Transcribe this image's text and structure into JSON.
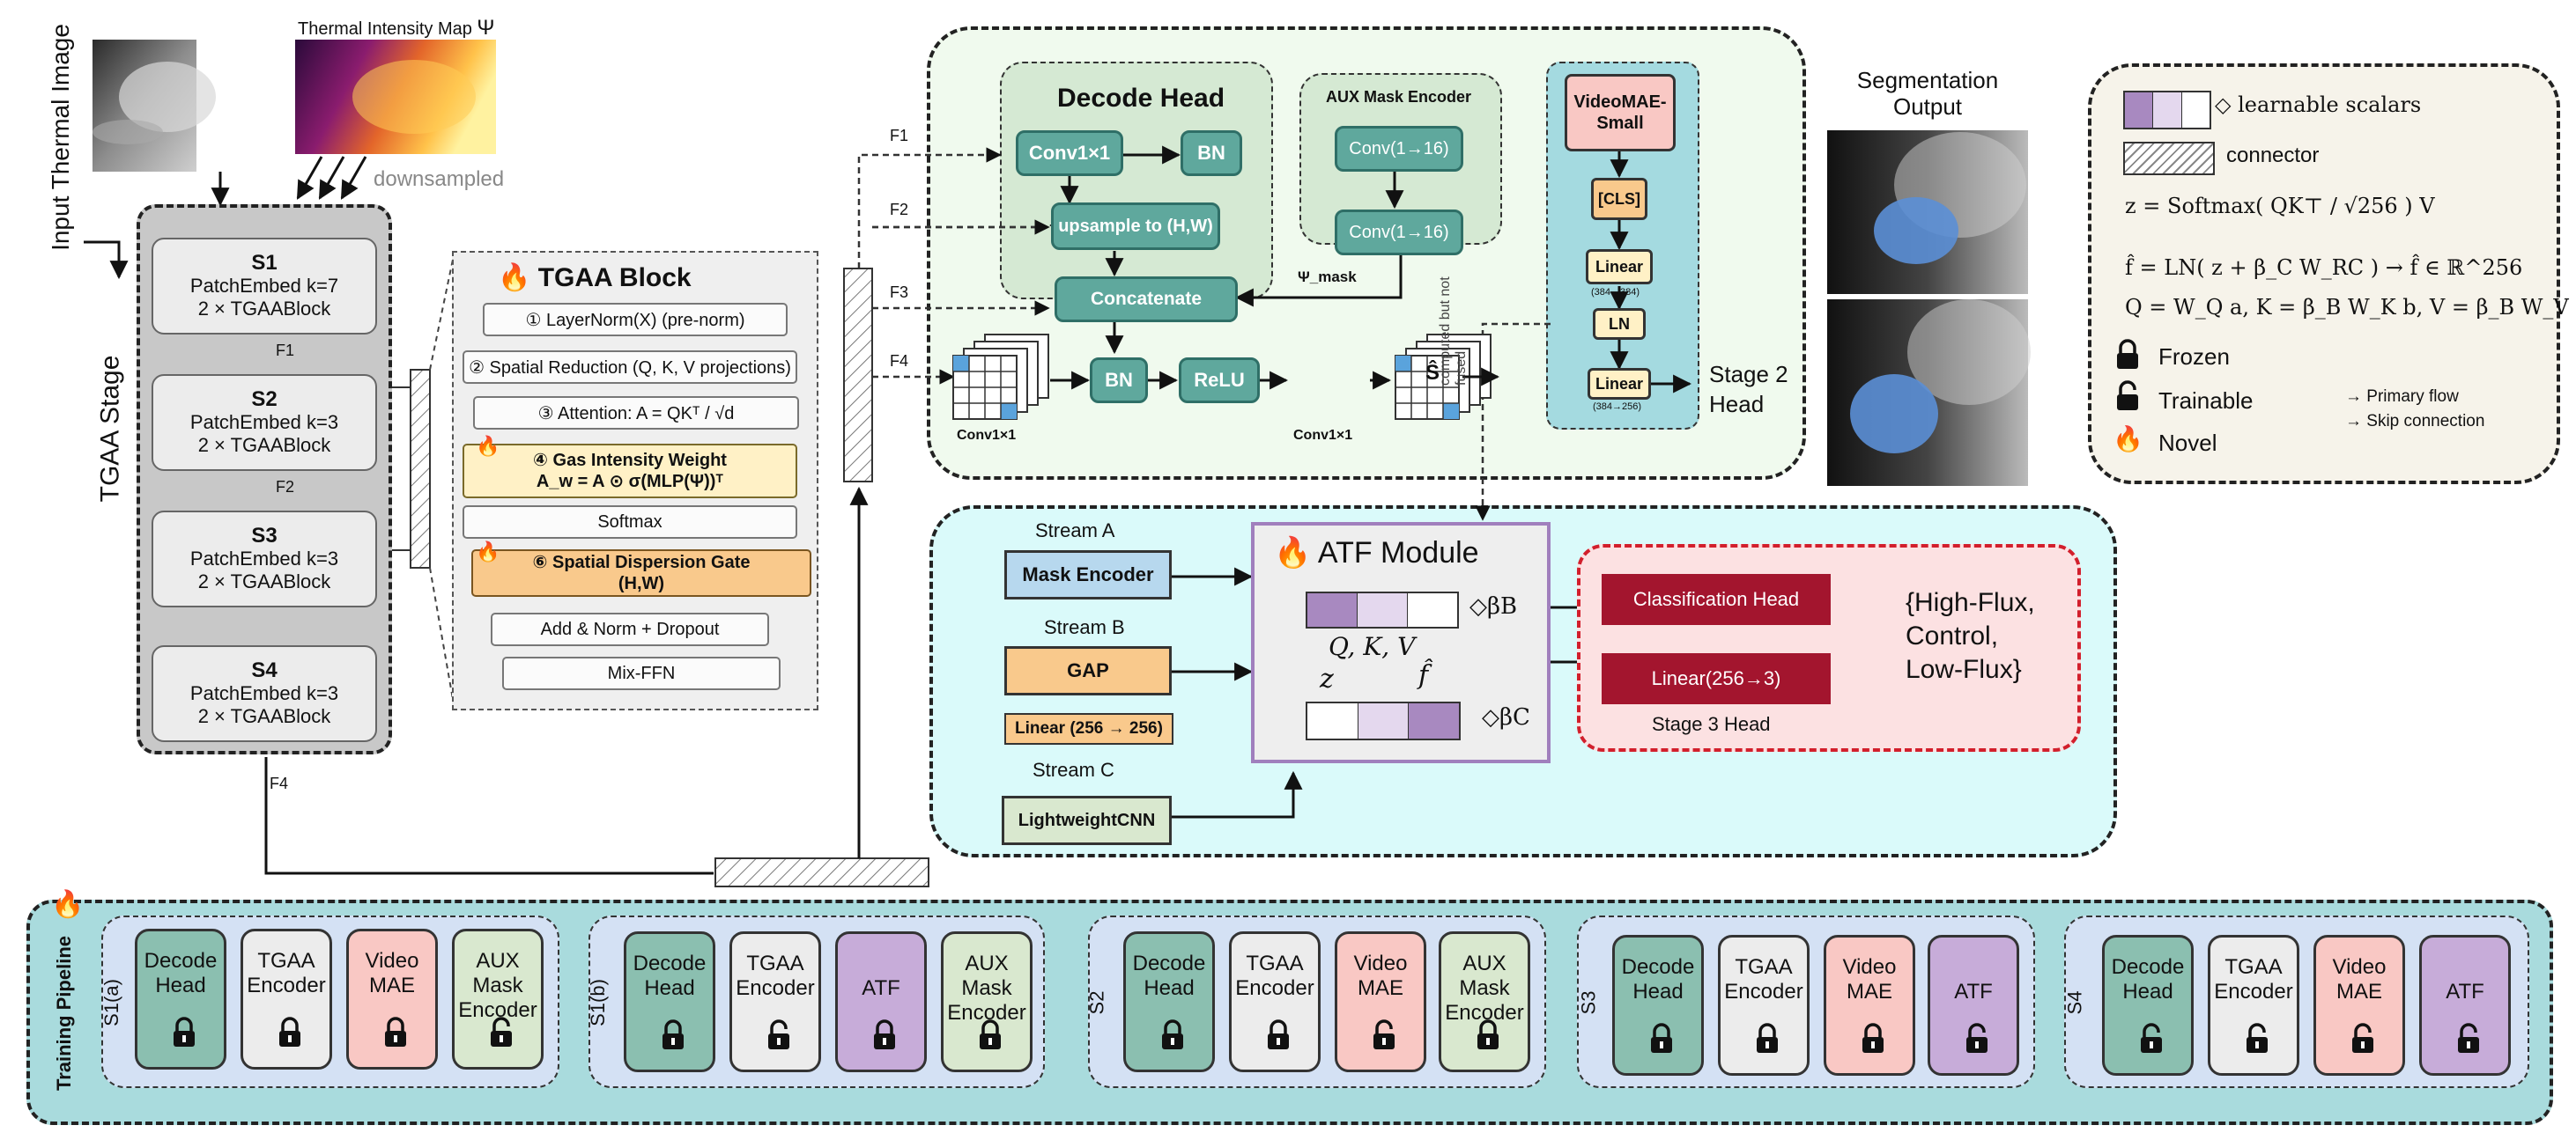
{
  "input": {
    "label": "Input Thermal Image",
    "thermal_label": "Thermal Intensity Map",
    "psi": "Ψ",
    "downsampled": "downsampled"
  },
  "tgaa_stage": {
    "label": "TGAA Stage",
    "stages": [
      {
        "name": "S1",
        "embed": "PatchEmbed k=7",
        "blocks": "2 × TGAABlock"
      },
      {
        "name": "S2",
        "embed": "PatchEmbed k=3",
        "blocks": "2 × TGAABlock"
      },
      {
        "name": "S3",
        "embed": "PatchEmbed k=3",
        "blocks": "2 × TGAABlock"
      },
      {
        "name": "S4",
        "embed": "PatchEmbed k=3",
        "blocks": "2 × TGAABlock"
      }
    ],
    "features": [
      "F1",
      "F2",
      "F4"
    ]
  },
  "tgaa_block": {
    "title": "TGAA Block",
    "steps": [
      "① LayerNorm(X) (pre-norm)",
      "② Spatial Reduction (Q, K, V projections)",
      "③ Attention: A = QKᵀ / √d",
      "④ Gas Intensity Weight",
      "A_w = A ⊙ σ(MLP(Ψ))ᵀ",
      "Softmax",
      "⑥ Spatial Dispersion Gate",
      "(H,W)",
      "Add & Norm + Dropout",
      "Mix-FFN"
    ]
  },
  "feature_taps": [
    "F1",
    "F2",
    "F3",
    "F4"
  ],
  "decode_head": {
    "title": "Decode Head",
    "conv": "Conv1×1",
    "bn": "BN",
    "upsample": "upsample to (H,W)",
    "concat": "Concatenate",
    "bn2": "BN",
    "relu": "ReLU",
    "conv_label_left": "Conv1×1",
    "conv_label_right": "Conv1×1",
    "output": "Ŝ"
  },
  "aux_mask_encoder": {
    "title": "AUX Mask Encoder",
    "conv1": "Conv(1→16)",
    "conv2": "Conv(1→16)",
    "psi_mask": "Ψ_mask"
  },
  "videomae": {
    "title": "VideoMAE-Small",
    "cls": "[CLS]",
    "linear1": "Linear",
    "dim1": "(384→384)",
    "ln": "LN",
    "linear2": "Linear",
    "dim2": "(384→256)",
    "stage_label": "Stage 2 Head",
    "note": "computed but not fused"
  },
  "segmentation": {
    "title": "Segmentation Output"
  },
  "legend": {
    "learnable": "◇ learnable scalars",
    "connector": "connector",
    "eq1": "z = Softmax( QK⊤ / √256 ) V",
    "eq2": "f̂ = LN( z + β_C W_RC ) → f̂ ∈ ℝ^256",
    "eq3": "Q = W_Q a,  K = β_B W_K b,  V = β_B W_V b",
    "frozen": "Frozen",
    "trainable": "Trainable",
    "novel": "Novel",
    "primary": "→ Primary flow",
    "skip": "→ Skip connection"
  },
  "atf": {
    "streams": [
      {
        "label": "Stream A",
        "box": "Mask Encoder"
      },
      {
        "label": "Stream B",
        "box": "GAP",
        "extra": "Linear (256 → 256)"
      },
      {
        "label": "Stream C",
        "box": "LightweightCNN"
      }
    ],
    "title": "ATF Module",
    "beta_b": "◇βB",
    "qkv": "Q, K, V",
    "z": "z",
    "fhat": "f̂",
    "beta_c": "◇βC",
    "cls_head": "Classification Head",
    "linear": "Linear(256→3)",
    "stage3": "Stage 3 Head",
    "classes": [
      "{High-Flux,",
      "Control,",
      "Low-Flux}"
    ]
  },
  "training": {
    "label": "Training Pipeline",
    "groups": [
      {
        "name": "S1(a)",
        "modules": [
          {
            "label": "Decode Head",
            "lock": "locked"
          },
          {
            "label": "TGAA Encoder",
            "lock": "locked"
          },
          {
            "label": "Video MAE",
            "lock": "locked"
          },
          {
            "label": "AUX Mask Encoder",
            "lock": "unlocked"
          }
        ]
      },
      {
        "name": "S1(b)",
        "modules": [
          {
            "label": "Decode Head",
            "lock": "locked"
          },
          {
            "label": "TGAA Encoder",
            "lock": "unlocked"
          },
          {
            "label": "ATF",
            "lock": "locked"
          },
          {
            "label": "AUX Mask Encoder",
            "lock": "locked"
          }
        ]
      },
      {
        "name": "S2",
        "modules": [
          {
            "label": "Decode Head",
            "lock": "locked"
          },
          {
            "label": "TGAA Encoder",
            "lock": "locked"
          },
          {
            "label": "Video MAE",
            "lock": "unlocked"
          },
          {
            "label": "AUX Mask Encoder",
            "lock": "locked"
          }
        ]
      },
      {
        "name": "S3",
        "modules": [
          {
            "label": "Decode Head",
            "lock": "locked"
          },
          {
            "label": "TGAA Encoder",
            "lock": "locked"
          },
          {
            "label": "Video MAE",
            "lock": "locked"
          },
          {
            "label": "ATF",
            "lock": "unlocked"
          }
        ]
      },
      {
        "name": "S4",
        "modules": [
          {
            "label": "Decode Head",
            "lock": "unlocked"
          },
          {
            "label": "TGAA Encoder",
            "lock": "unlocked"
          },
          {
            "label": "Video MAE",
            "lock": "unlocked"
          },
          {
            "label": "ATF",
            "lock": "unlocked"
          }
        ]
      }
    ]
  },
  "colors": {
    "teal": "#5fa89d",
    "cyan_panel": "#dafafa",
    "green_panel": "#f0faee",
    "maroon": "#a3152e",
    "purple": "#a889c0"
  }
}
